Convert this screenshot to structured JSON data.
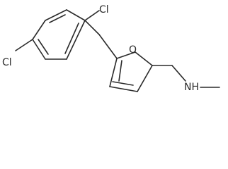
{
  "molecule": {
    "atoms": {
      "cl_top": "Cl",
      "cl_left": "Cl",
      "oxygen": "O",
      "amine": "NH"
    }
  }
}
